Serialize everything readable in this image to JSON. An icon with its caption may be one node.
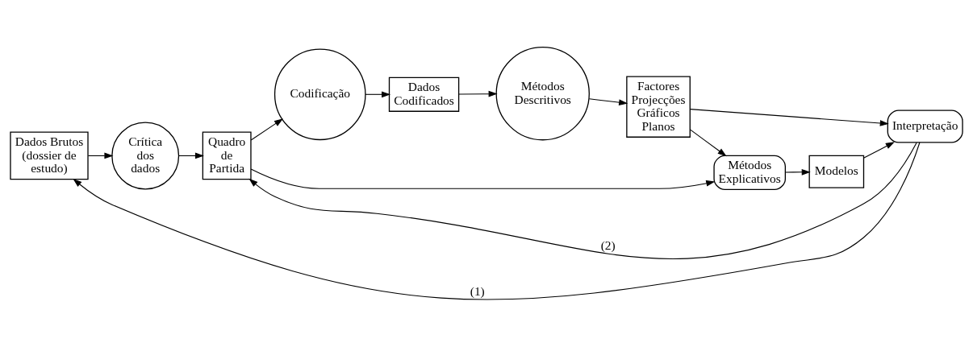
{
  "diagram": {
    "nodes": [
      {
        "text": [
          "Dados Brutos (dossier de estudo)"
        ]
      },
      {
        "text": [
          "Crítica dos dados"
        ]
      },
      {
        "text": [
          "Quadro de Partida"
        ]
      },
      {
        "text": [
          "Codificação"
        ]
      },
      {
        "text": [
          "Dados Codificados"
        ]
      },
      {
        "text": [
          "Métodos Descritivos"
        ]
      },
      {
        "text": [
          "Factores Projecções Gráficos Planos"
        ]
      },
      {
        "text": [
          "Métodos Explicativos"
        ]
      },
      {
        "text": [
          "Modelos"
        ]
      },
      {
        "text": [
          "Interpretação"
        ]
      }
    ],
    "edges": [
      {
        "from": 0,
        "to": 1,
        "arrow": "to"
      },
      {
        "from": 1,
        "to": 2,
        "arrow": "to"
      },
      {
        "from": 2,
        "to": 3,
        "arrow": "to"
      },
      {
        "from": 3,
        "to": 4,
        "arrow": "to"
      },
      {
        "from": 4,
        "to": 5,
        "arrow": "to"
      },
      {
        "from": 5,
        "to": 6,
        "arrow": "to"
      },
      {
        "from": 6,
        "to": 9,
        "arrow": "to"
      },
      {
        "from": 2,
        "to": 7,
        "arrow": "to"
      },
      {
        "from": 6,
        "to": 7,
        "arrow": "to"
      },
      {
        "from": 7,
        "to": 8,
        "arrow": "to"
      },
      {
        "from": 8,
        "to": 9,
        "arrow": "to"
      },
      {
        "from": 9,
        "to": 2,
        "arrow": "to",
        "label": "(2)"
      },
      {
        "from": 9,
        "to": 0,
        "arrow": "to",
        "label": "(1)"
      }
    ]
  }
}
